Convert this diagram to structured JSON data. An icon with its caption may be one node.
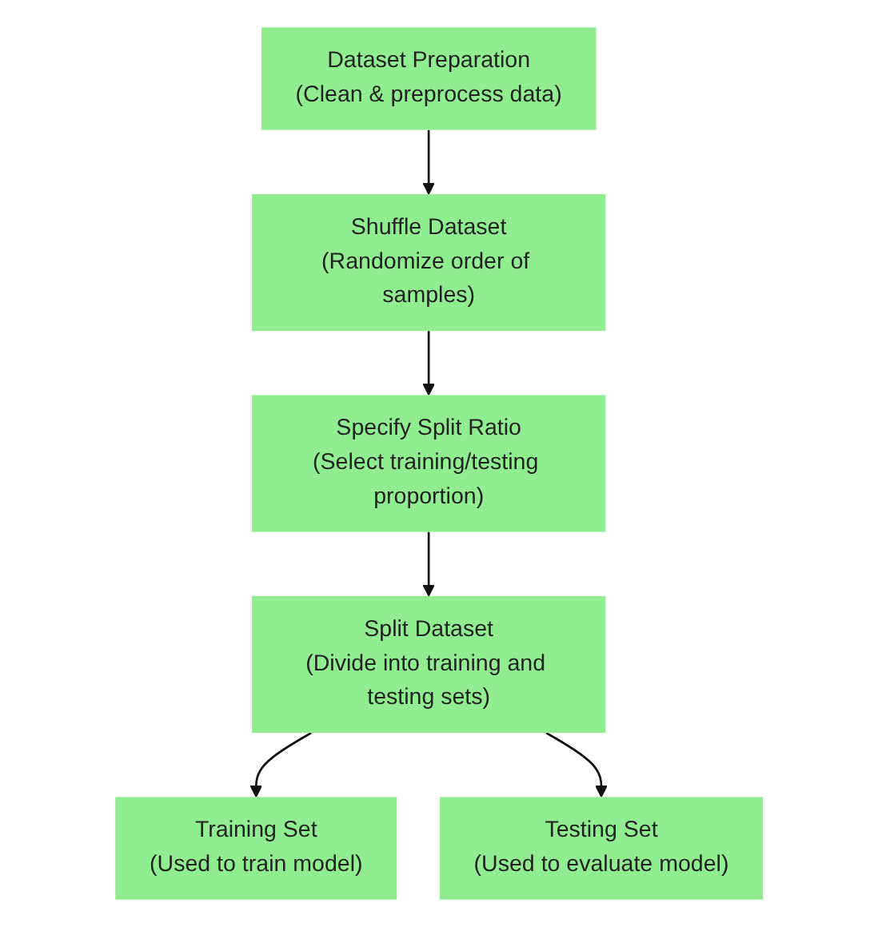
{
  "diagram": {
    "nodes": [
      {
        "text": [
          "Dataset Preparation",
          "(Clean & preprocess data)"
        ]
      },
      {
        "text": [
          "Shuffle Dataset",
          "(Randomize order of samples)"
        ]
      },
      {
        "text": [
          "Specify Split Ratio",
          "(Select training/testing proportion)"
        ]
      },
      {
        "text": [
          "Split Dataset",
          "(Divide into training and testing sets)"
        ]
      },
      {
        "text": [
          "Training Set",
          "(Used to train model)"
        ]
      },
      {
        "text": [
          "Testing Set",
          "(Used to evaluate model)"
        ]
      }
    ],
    "edges": [
      {
        "from": 0,
        "to": 1,
        "arrow": "to"
      },
      {
        "from": 1,
        "to": 2,
        "arrow": "to"
      },
      {
        "from": 2,
        "to": 3,
        "arrow": "to"
      },
      {
        "from": 3,
        "to": 4,
        "arrow": "to"
      },
      {
        "from": 3,
        "to": 5,
        "arrow": "to"
      }
    ]
  }
}
